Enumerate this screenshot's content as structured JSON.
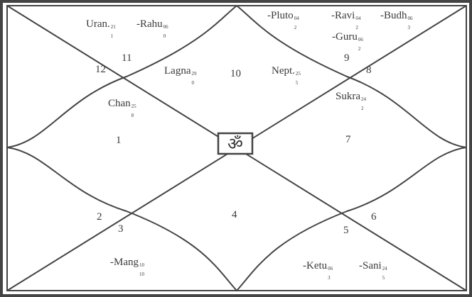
{
  "center_symbol": "om-symbol",
  "houses": {
    "h1": "1",
    "h2": "2",
    "h3": "3",
    "h4": "4",
    "h5": "5",
    "h6": "6",
    "h7": "7",
    "h8": "8",
    "h9": "9",
    "h10": "10",
    "h11": "11",
    "h12": "12"
  },
  "planets": {
    "uran": {
      "name": "Uran.",
      "deg": "21",
      "sign": "1"
    },
    "rahu": {
      "name": "-Rahu",
      "deg": "06",
      "sign": "0"
    },
    "pluto": {
      "name": "-Pluto",
      "deg": "04",
      "sign": "2"
    },
    "ravi": {
      "name": "-Ravi",
      "deg": "04",
      "sign": "2"
    },
    "budh": {
      "name": "-Budh",
      "deg": "06",
      "sign": "3"
    },
    "guru": {
      "name": "-Guru",
      "deg": "06",
      "sign": "2"
    },
    "lagna": {
      "name": "Lagna",
      "deg": "29",
      "sign": "0"
    },
    "nept": {
      "name": "Nept.",
      "deg": "25",
      "sign": "5"
    },
    "chan": {
      "name": "Chan",
      "deg": "25",
      "sign": "8"
    },
    "sukra": {
      "name": "Sukra",
      "deg": "24",
      "sign": "2"
    },
    "mang": {
      "name": "-Mang",
      "deg": "10",
      "sign": "10"
    },
    "ketu": {
      "name": "-Ketu",
      "deg": "06",
      "sign": "3"
    },
    "sani": {
      "name": "-Sani",
      "deg": "24",
      "sign": "5"
    }
  }
}
